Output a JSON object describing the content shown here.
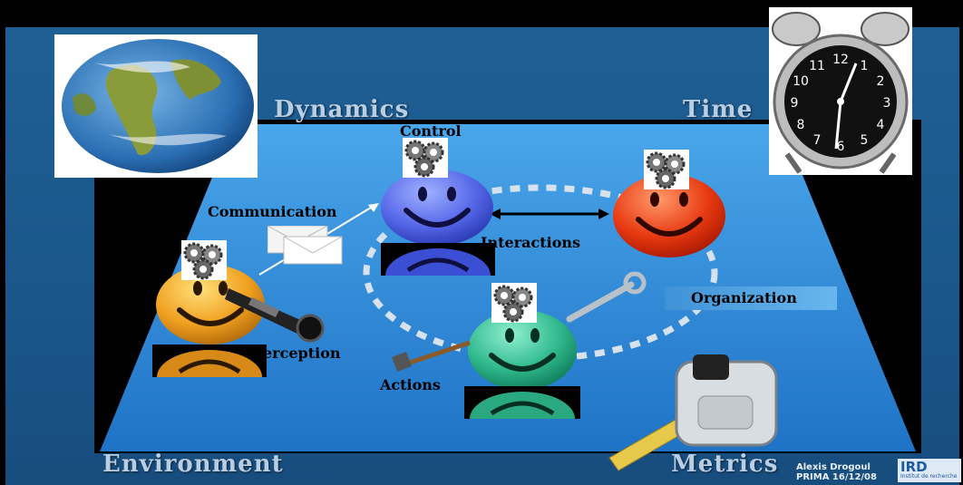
{
  "labels": {
    "dynamics": "Dynamics",
    "time": "Time",
    "environment": "Environment",
    "metrics": "Metrics",
    "control": "Control",
    "communication": "Communication",
    "interactions": "Interactions",
    "organization": "Organization",
    "perception": "erception",
    "actions": "Actions"
  },
  "credit": {
    "line1": "Alexis Drogoul",
    "line2": "PRIMA 16/12/08"
  },
  "logo": {
    "text": "IRD",
    "sub": "Institut de recherche"
  },
  "clock": {
    "numbers": [
      "12",
      "1",
      "2",
      "3",
      "4",
      "5",
      "6",
      "7",
      "8",
      "9",
      "10",
      "11"
    ]
  },
  "colors": {
    "background": "#1f5f94",
    "plane": "#3f9ae0",
    "label_light": "#b9cde3",
    "face_blue": "#5b6ee8",
    "face_red": "#e83a12",
    "face_orange": "#f0a020",
    "face_green": "#2fb88c"
  },
  "icons": [
    "earth-image",
    "alarm-clock-image",
    "gears-icon",
    "envelope-icon",
    "telescope-icon",
    "hammer-icon",
    "wrench-icon",
    "tape-measure-image"
  ]
}
